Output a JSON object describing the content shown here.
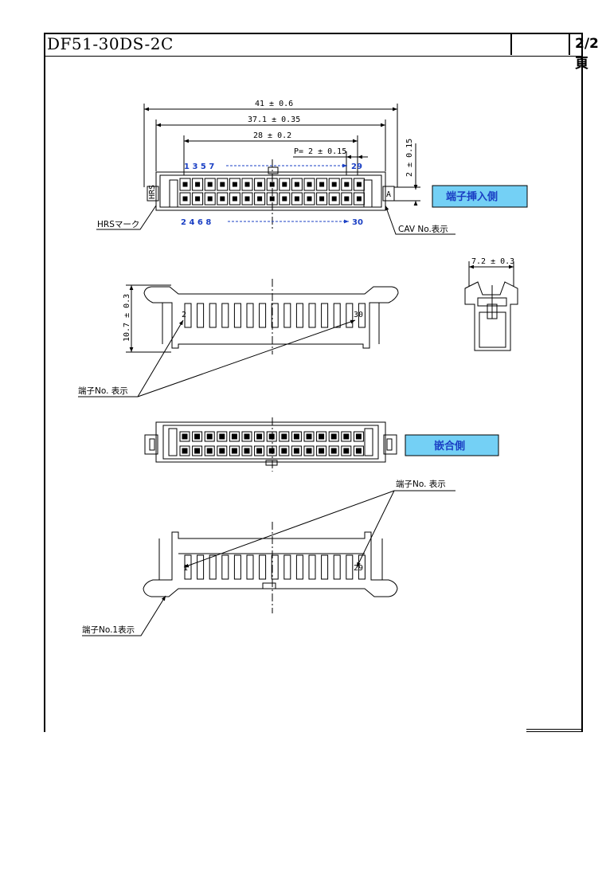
{
  "header": {
    "part_number": "DF51-30DS-2C",
    "page": "2/2頁"
  },
  "top_view": {
    "dim_overall": "41 ± 0.6",
    "dim_body": "37.1 ± 0.35",
    "dim_contacts": "28 ± 0.2",
    "dim_pitch": "P= 2 ± 0.15",
    "dim_height": "2 ± 0.15",
    "top_row_numbers": "1 3 5 7",
    "top_row_end": "29",
    "bottom_row_numbers": "2 4 6 8",
    "bottom_row_end": "30",
    "hrs_mark_label": "HRSマーク",
    "cav_label": "CAV No.表示",
    "insertion_side_tag": "端子挿入側",
    "hrs_marking": "HRS",
    "cav_letter": "A"
  },
  "side_view": {
    "dim_width": "7.2 ± 0.3"
  },
  "front_view": {
    "dim_height": "10.7 ± 0.3",
    "terminal_no_label": "端子No. 表示",
    "left_num": "2",
    "right_num": "30"
  },
  "mating_view": {
    "mating_side_tag": "嵌合側"
  },
  "bottom_view": {
    "terminal_no_label": "端子No. 表示",
    "terminal_no1_label": "端子No.1表示",
    "left_num": "1",
    "right_num": "29"
  },
  "colors": {
    "tag_fill": "#74d0f5",
    "blue_text": "#1a3fc4"
  }
}
